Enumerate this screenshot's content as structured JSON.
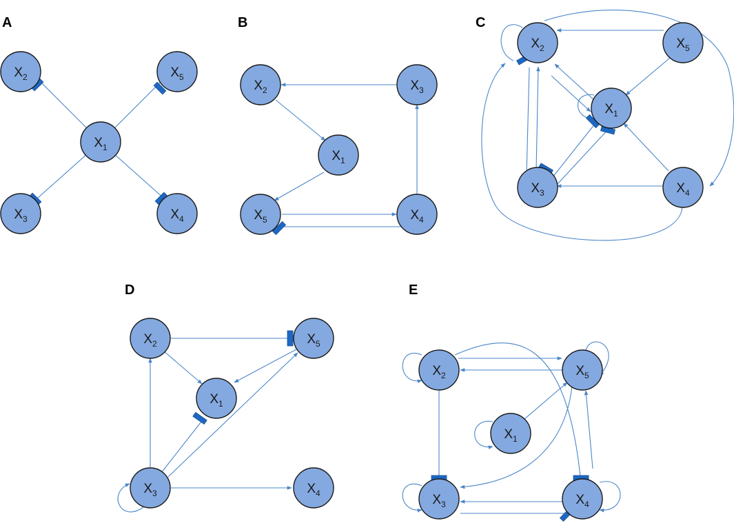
{
  "colors": {
    "node_fill": "#84a9e0",
    "node_stroke": "#1a1a1a",
    "edge": "#4a86c8",
    "inhibition_mark": "#1c68c4"
  },
  "panels": [
    {
      "letter": "A",
      "nodes": [
        {
          "id": "x1",
          "main": "X",
          "sub": "1"
        },
        {
          "id": "x2",
          "main": "X",
          "sub": "2"
        },
        {
          "id": "x3",
          "main": "X",
          "sub": "3"
        },
        {
          "id": "x4",
          "main": "X",
          "sub": "4"
        },
        {
          "id": "x5",
          "main": "X",
          "sub": "5"
        }
      ],
      "edges": [
        {
          "from": "x1",
          "to": "x2",
          "type": "inhibition"
        },
        {
          "from": "x1",
          "to": "x3",
          "type": "inhibition"
        },
        {
          "from": "x1",
          "to": "x4",
          "type": "inhibition"
        },
        {
          "from": "x1",
          "to": "x5",
          "type": "inhibition"
        }
      ]
    },
    {
      "letter": "B",
      "nodes": [
        {
          "id": "x1",
          "main": "X",
          "sub": "1"
        },
        {
          "id": "x2",
          "main": "X",
          "sub": "2"
        },
        {
          "id": "x3",
          "main": "X",
          "sub": "3"
        },
        {
          "id": "x4",
          "main": "X",
          "sub": "4"
        },
        {
          "id": "x5",
          "main": "X",
          "sub": "5"
        }
      ],
      "edges": [
        {
          "from": "x3",
          "to": "x2",
          "type": "activation"
        },
        {
          "from": "x2",
          "to": "x1",
          "type": "activation"
        },
        {
          "from": "x1",
          "to": "x5",
          "type": "activation"
        },
        {
          "from": "x5",
          "to": "x4",
          "type": "activation"
        },
        {
          "from": "x4",
          "to": "x5",
          "type": "inhibition"
        },
        {
          "from": "x4",
          "to": "x3",
          "type": "activation"
        }
      ]
    },
    {
      "letter": "C",
      "nodes": [
        {
          "id": "x1",
          "main": "X",
          "sub": "1"
        },
        {
          "id": "x2",
          "main": "X",
          "sub": "2"
        },
        {
          "id": "x3",
          "main": "X",
          "sub": "3"
        },
        {
          "id": "x4",
          "main": "X",
          "sub": "4"
        },
        {
          "id": "x5",
          "main": "X",
          "sub": "5"
        }
      ],
      "edges": [
        {
          "from": "x5",
          "to": "x2",
          "type": "activation"
        },
        {
          "from": "x5",
          "to": "x1",
          "type": "activation"
        },
        {
          "from": "x1",
          "to": "x2",
          "type": "activation"
        },
        {
          "from": "x2",
          "to": "x1",
          "type": "activation"
        },
        {
          "from": "x1",
          "to": "x1",
          "type": "activation"
        },
        {
          "from": "x2",
          "to": "x2",
          "type": "inhibition"
        },
        {
          "from": "x2",
          "to": "x3",
          "type": "activation"
        },
        {
          "from": "x3",
          "to": "x2",
          "type": "activation"
        },
        {
          "from": "x3",
          "to": "x1",
          "type": "inhibition"
        },
        {
          "from": "x1",
          "to": "x3",
          "type": "inhibition"
        },
        {
          "from": "x4",
          "to": "x1",
          "type": "activation"
        },
        {
          "from": "x4",
          "to": "x3",
          "type": "activation"
        },
        {
          "from": "x2",
          "to": "x4",
          "type": "activation"
        },
        {
          "from": "x4",
          "to": "x2",
          "type": "activation"
        }
      ]
    },
    {
      "letter": "D",
      "nodes": [
        {
          "id": "x1",
          "main": "X",
          "sub": "1"
        },
        {
          "id": "x2",
          "main": "X",
          "sub": "2"
        },
        {
          "id": "x3",
          "main": "X",
          "sub": "3"
        },
        {
          "id": "x4",
          "main": "X",
          "sub": "4"
        },
        {
          "id": "x5",
          "main": "X",
          "sub": "5"
        }
      ],
      "edges": [
        {
          "from": "x2",
          "to": "x5",
          "type": "inhibition"
        },
        {
          "from": "x2",
          "to": "x1",
          "type": "activation"
        },
        {
          "from": "x5",
          "to": "x1",
          "type": "activation"
        },
        {
          "from": "x3",
          "to": "x2",
          "type": "activation"
        },
        {
          "from": "x3",
          "to": "x1",
          "type": "inhibition"
        },
        {
          "from": "x3",
          "to": "x5",
          "type": "activation"
        },
        {
          "from": "x3",
          "to": "x4",
          "type": "activation"
        },
        {
          "from": "x3",
          "to": "x3",
          "type": "activation"
        }
      ]
    },
    {
      "letter": "E",
      "nodes": [
        {
          "id": "x1",
          "main": "X",
          "sub": "1"
        },
        {
          "id": "x2",
          "main": "X",
          "sub": "2"
        },
        {
          "id": "x3",
          "main": "X",
          "sub": "3"
        },
        {
          "id": "x4",
          "main": "X",
          "sub": "4"
        },
        {
          "id": "x5",
          "main": "X",
          "sub": "5"
        }
      ],
      "edges": [
        {
          "from": "x2",
          "to": "x5",
          "type": "activation"
        },
        {
          "from": "x5",
          "to": "x2",
          "type": "activation"
        },
        {
          "from": "x2",
          "to": "x2",
          "type": "activation"
        },
        {
          "from": "x5",
          "to": "x5",
          "type": "activation"
        },
        {
          "from": "x1",
          "to": "x1",
          "type": "activation"
        },
        {
          "from": "x1",
          "to": "x5",
          "type": "activation"
        },
        {
          "from": "x2",
          "to": "x3",
          "type": "inhibition"
        },
        {
          "from": "x2",
          "to": "x4",
          "type": "inhibition"
        },
        {
          "from": "x5",
          "to": "x3",
          "type": "activation"
        },
        {
          "from": "x4",
          "to": "x5",
          "type": "activation"
        },
        {
          "from": "x4",
          "to": "x3",
          "type": "activation"
        },
        {
          "from": "x3",
          "to": "x4",
          "type": "inhibition"
        },
        {
          "from": "x3",
          "to": "x3",
          "type": "activation"
        },
        {
          "from": "x4",
          "to": "x4",
          "type": "activation"
        }
      ]
    }
  ]
}
